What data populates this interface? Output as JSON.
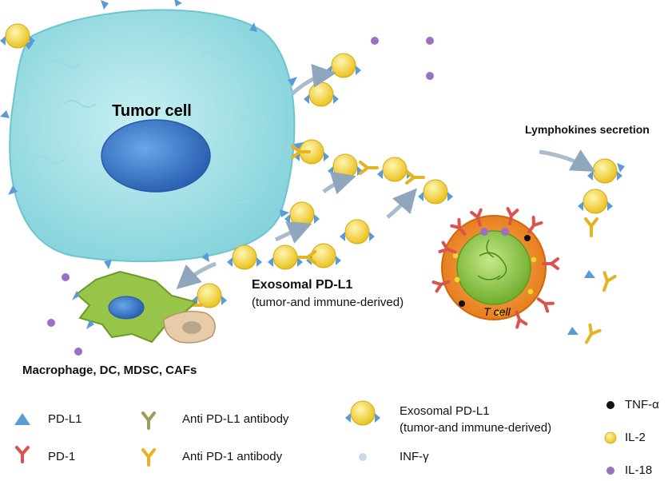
{
  "labels": {
    "tumor_cell": "Tumor cell",
    "lymphokines": "Lymphokines secretion",
    "exosomal_title": "Exosomal PD-L1",
    "exosomal_sub": "(tumor-and immune-derived)",
    "t_cell": "T cell",
    "immune_cells": "Macrophage, DC, MDSC, CAFs"
  },
  "legend": {
    "pdl1": "PD-L1",
    "pd1": "PD-1",
    "anti_pdl1": "Anti PD-L1 antibody",
    "anti_pd1": "Anti PD-1 antibody",
    "exosome_line1": "Exosomal  PD-L1",
    "exosome_line2": "(tumor-and immune-derived)",
    "infg": "INF-γ",
    "tnfa": "TNF-α",
    "il2": "IL-2",
    "il18": "IL-18"
  },
  "colors": {
    "tumor_fill": "#a9e3e8",
    "nucleus": "#3a78c9",
    "pdl1": "#5b9bd5",
    "pd1": "#d9534f",
    "anti_pdl1": "#a39a5a",
    "anti_pd1": "#e6b422",
    "exosome": "#f5d33a",
    "tcell_ring": "#f08a24",
    "tcell_core": "#9ccf45",
    "macrophage": "#98c44a",
    "il18": "#9b6fc4",
    "tnfa": "#111111"
  },
  "icons": [
    "tumor-cell-icon",
    "t-cell-icon",
    "macrophage-icon",
    "exosome-icon",
    "pd-l1-icon",
    "pd-1-icon",
    "antibody-icon",
    "cytokine-dot-icon",
    "arrow-icon"
  ]
}
